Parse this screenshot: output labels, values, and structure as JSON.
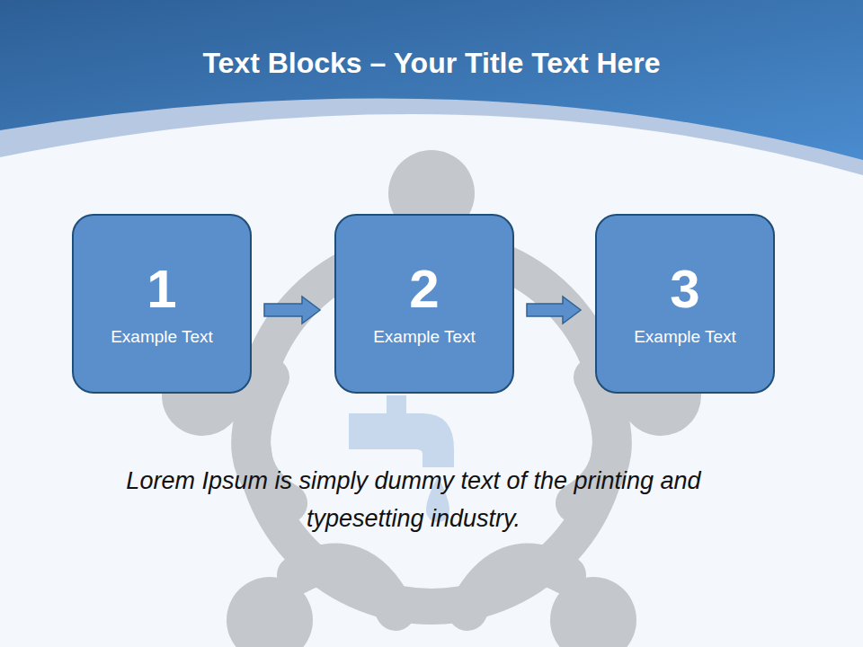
{
  "diagram": {
    "title": "Text Blocks – Your Title Text Here",
    "nodes": [
      {
        "text": [
          "1",
          "Example Text"
        ]
      },
      {
        "text": [
          "2",
          "Example Text"
        ]
      },
      {
        "text": [
          "3",
          "Example Text"
        ]
      }
    ],
    "edges": [
      {
        "from": 0,
        "to": 1,
        "arrow": "to"
      },
      {
        "from": 1,
        "to": 2,
        "arrow": "to"
      }
    ],
    "labels": [
      "Lorem Ipsum is simply dummy text of the printing and typesetting industry."
    ]
  }
}
